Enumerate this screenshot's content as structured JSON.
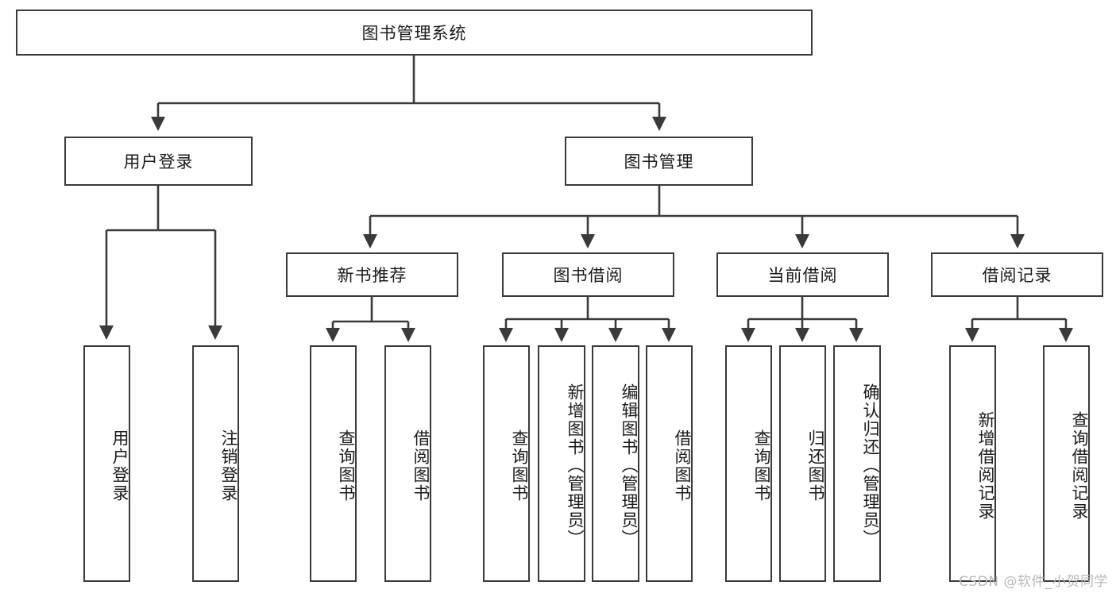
{
  "diagram": {
    "type": "tree-hierarchy",
    "title": "图书管理系统",
    "watermark": "CSDN @软件_小贺同学",
    "colors": {
      "border": "#3a3a3a",
      "background": "#ffffff",
      "text": "#1a1a1a",
      "watermark": "#b9b9b9"
    },
    "nodes": {
      "root": {
        "label": "图书管理系统"
      },
      "level2": [
        {
          "id": "user-login",
          "label": "用户登录"
        },
        {
          "id": "book-manage",
          "label": "图书管理"
        }
      ],
      "level3": [
        {
          "id": "new-book-rec",
          "label": "新书推荐"
        },
        {
          "id": "book-borrow",
          "label": "图书借阅"
        },
        {
          "id": "current-borrow",
          "label": "当前借阅"
        },
        {
          "id": "borrow-record",
          "label": "借阅记录"
        }
      ],
      "leaves": {
        "user_login": [
          {
            "id": "leaf-user-login",
            "label": "用户登录"
          },
          {
            "id": "leaf-logout-login",
            "label": "注销登录"
          }
        ],
        "new_book_rec": [
          {
            "id": "leaf-query-book-1",
            "label": "查询图书"
          },
          {
            "id": "leaf-borrow-book-1",
            "label": "借阅图书"
          }
        ],
        "book_borrow": [
          {
            "id": "leaf-query-book-2",
            "label": "查询图书"
          },
          {
            "id": "leaf-add-book",
            "label": "新增图书（管理员）"
          },
          {
            "id": "leaf-edit-book",
            "label": "编辑图书（管理员）"
          },
          {
            "id": "leaf-borrow-book-2",
            "label": "借阅图书"
          }
        ],
        "current_borrow": [
          {
            "id": "leaf-query-book-3",
            "label": "查询图书"
          },
          {
            "id": "leaf-return-book",
            "label": "归还图书"
          },
          {
            "id": "leaf-confirm-return",
            "label": "确认归还（管理员）"
          }
        ],
        "borrow_record": [
          {
            "id": "leaf-add-record",
            "label": "新增借阅记录"
          },
          {
            "id": "leaf-query-record",
            "label": "查询借阅记录"
          }
        ]
      }
    }
  }
}
